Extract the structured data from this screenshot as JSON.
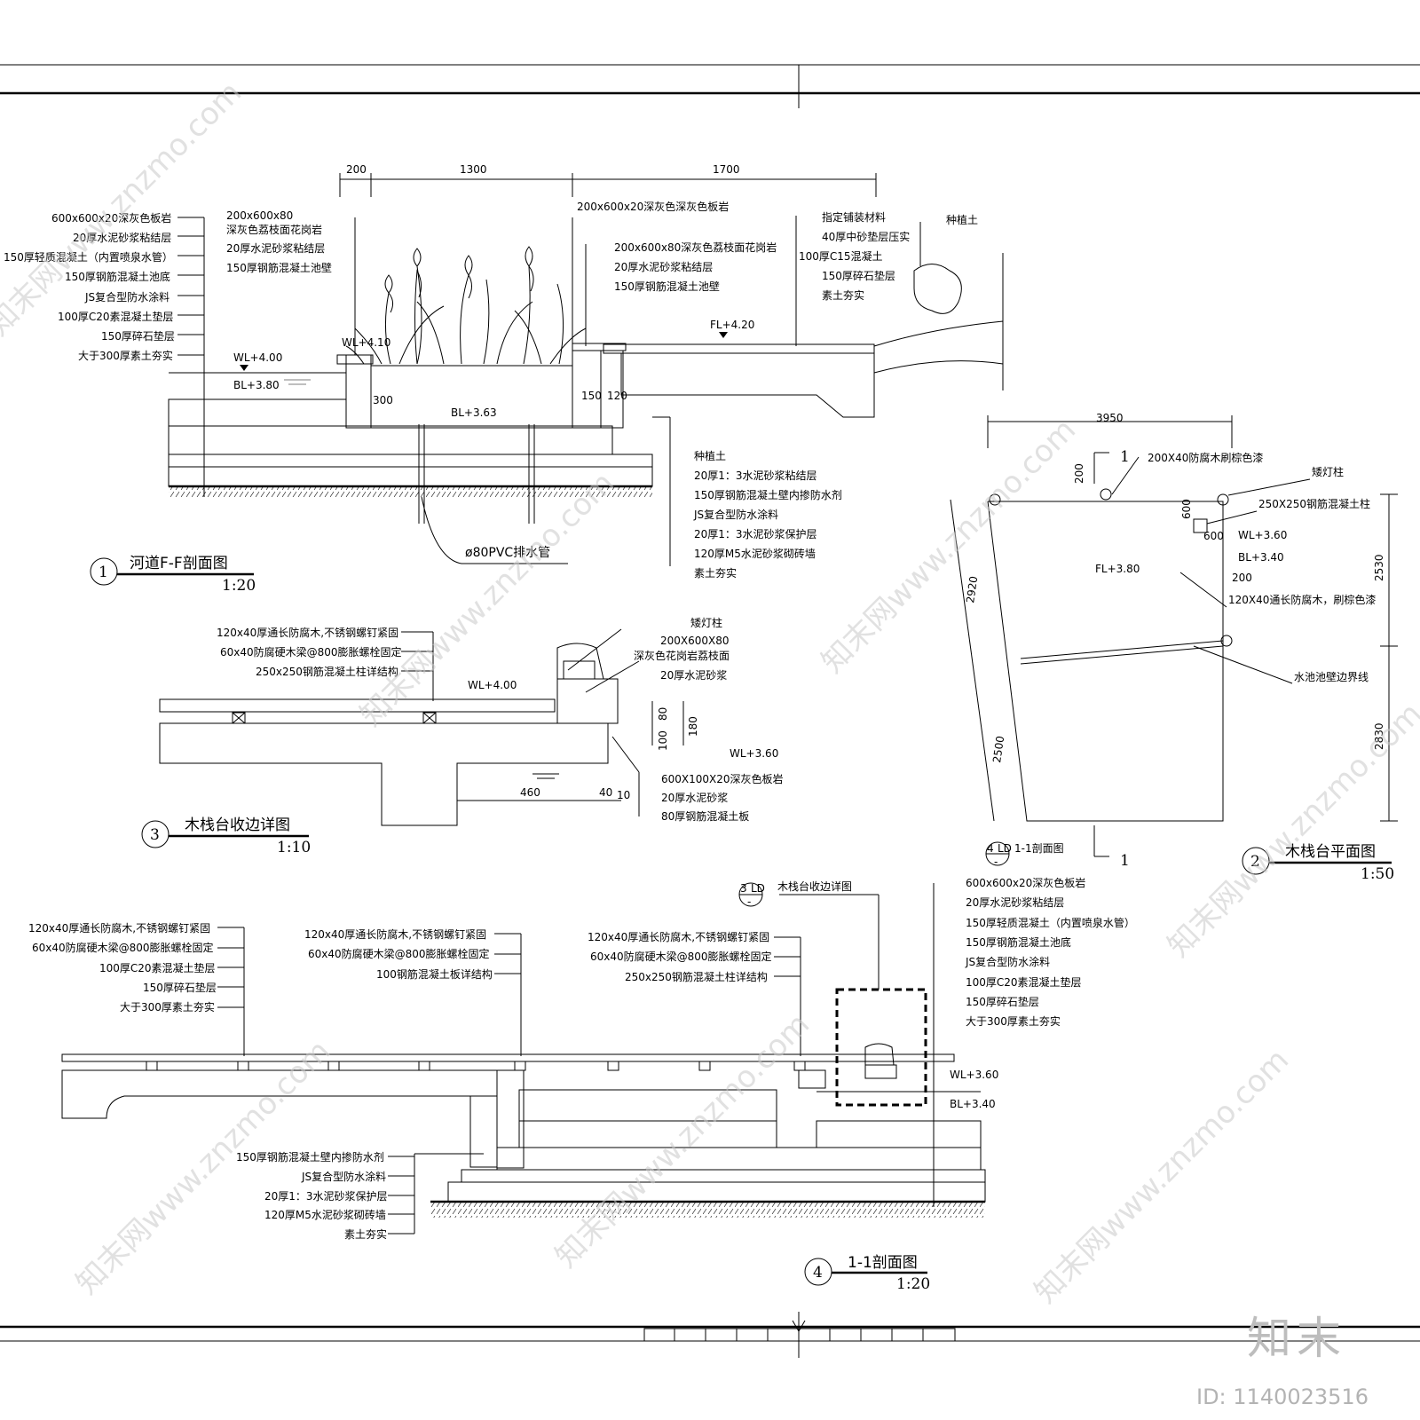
{
  "diagram1": {
    "number": "1",
    "title": "河道F-F剖面图",
    "scale": "1:20",
    "dims": [
      "200",
      "1300",
      "1700"
    ],
    "left_labels": [
      "600x600x20深灰色板岩",
      "20厚水泥砂浆粘结层",
      "150厚轻质混凝土（内置喷泉水管）",
      "150厚钢筋混凝土池底",
      "JS复合型防水涂料",
      "100厚C20素混凝土垫层",
      "150厚碎石垫层",
      "大于300厚素土夯实"
    ],
    "mid_labels_a": [
      "200x600x80",
      "深灰色荔枝面花岗岩",
      "20厚水泥砂浆粘结层",
      "150厚钢筋混凝土池壁"
    ],
    "top_label": "200x600x20深灰色深灰色板岩",
    "mid_labels_b": [
      "200x600x80深灰色荔枝面花岗岩",
      "20厚水泥砂浆粘结层",
      "150厚钢筋混凝土池壁"
    ],
    "right_labels": [
      "指定铺装材料",
      "40厚中砂垫层压实",
      "100厚C15混凝土",
      "150厚碎石垫层",
      "素土夯实"
    ],
    "soil_label": "种植土",
    "levels": [
      "WL+4.00",
      "BL+3.80",
      "WL+4.10",
      "FL+4.20",
      "BL+3.63"
    ],
    "small_dims": [
      "300",
      "150",
      "120"
    ],
    "bottom_labels": [
      "种植土",
      "20厚1：3水泥砂浆粘结层",
      "150厚钢筋混凝土壁内掺防水剂",
      "JS复合型防水涂料",
      "20厚1：3水泥砂浆保护层",
      "120厚M5水泥砂浆砌砖墙",
      "素土夯实"
    ],
    "pipe_label": "ø80PVC排水管"
  },
  "diagram2": {
    "number": "2",
    "title": "木栈台平面图",
    "scale": "1:50",
    "dims": [
      "3950",
      "200",
      "2920",
      "2500",
      "2530",
      "2830",
      "600",
      "600",
      "200"
    ],
    "section_mark": "1",
    "labels": [
      "200X40防腐木刷棕色漆",
      "矮灯柱",
      "250X250钢筋混凝土柱",
      "WL+3.60",
      "BL+3.40",
      "120X40通长防腐木，刷棕色漆",
      "水池池壁边界线"
    ],
    "level": "FL+3.80",
    "ref_number": "4",
    "ref_sheet": "LD",
    "ref_title": "1-1剖面图",
    "ref_dash": "-"
  },
  "diagram3": {
    "number": "3",
    "title": "木栈台收边详图",
    "scale": "1:10",
    "left_labels": [
      "120x40厚通长防腐木,不锈钢螺钉紧固",
      "60x40防腐硬木梁@800膨胀螺栓固定",
      "250x250钢筋混凝土柱详结构"
    ],
    "right_top_labels": [
      "矮灯柱",
      "200X600X80",
      "深灰色花岗岩荔枝面",
      "20厚水泥砂浆"
    ],
    "levels": [
      "WL+4.00",
      "WL+3.60"
    ],
    "dims": [
      "80",
      "100",
      "180",
      "460",
      "40",
      "10"
    ],
    "bottom_labels": [
      "600X100X20深灰色板岩",
      "20厚水泥砂浆",
      "80厚钢筋混凝土板"
    ]
  },
  "diagram4": {
    "number": "4",
    "title": "1-1剖面图",
    "scale": "1:20",
    "ref_number": "3",
    "ref_sheet": "LD",
    "ref_title": "木栈台收边详图",
    "ref_dash": "-",
    "labels_a": [
      "120x40厚通长防腐木,不锈钢螺钉紧固",
      "60x40防腐硬木梁@800膨胀螺栓固定",
      "100厚C20素混凝土垫层",
      "150厚碎石垫层",
      "大于300厚素土夯实"
    ],
    "labels_b": [
      "120x40厚通长防腐木,不锈钢螺钉紧固",
      "60x40防腐硬木梁@800膨胀螺栓固定",
      "100钢筋混凝土板详结构"
    ],
    "labels_c": [
      "120x40厚通长防腐木,不锈钢螺钉紧固",
      "60x40防腐硬木梁@800膨胀螺栓固定",
      "250x250钢筋混凝土柱详结构"
    ],
    "labels_right": [
      "600x600x20深灰色板岩",
      "20厚水泥砂浆粘结层",
      "150厚轻质混凝土（内置喷泉水管）",
      "150厚钢筋混凝土池底",
      "JS复合型防水涂料",
      "100厚C20素混凝土垫层",
      "150厚碎石垫层",
      "大于300厚素土夯实"
    ],
    "labels_bottom": [
      "150厚钢筋混凝土壁内掺防水剂",
      "JS复合型防水涂料",
      "20厚1：3水泥砂浆保护层",
      "120厚M5水泥砂浆砌砖墙",
      "素土夯实"
    ],
    "levels": [
      "WL+3.60",
      "BL+3.40"
    ]
  },
  "watermark": {
    "text": "知末网www.znzmo.com"
  },
  "brand": {
    "logo": "知末",
    "id": "ID: 1140023516"
  }
}
